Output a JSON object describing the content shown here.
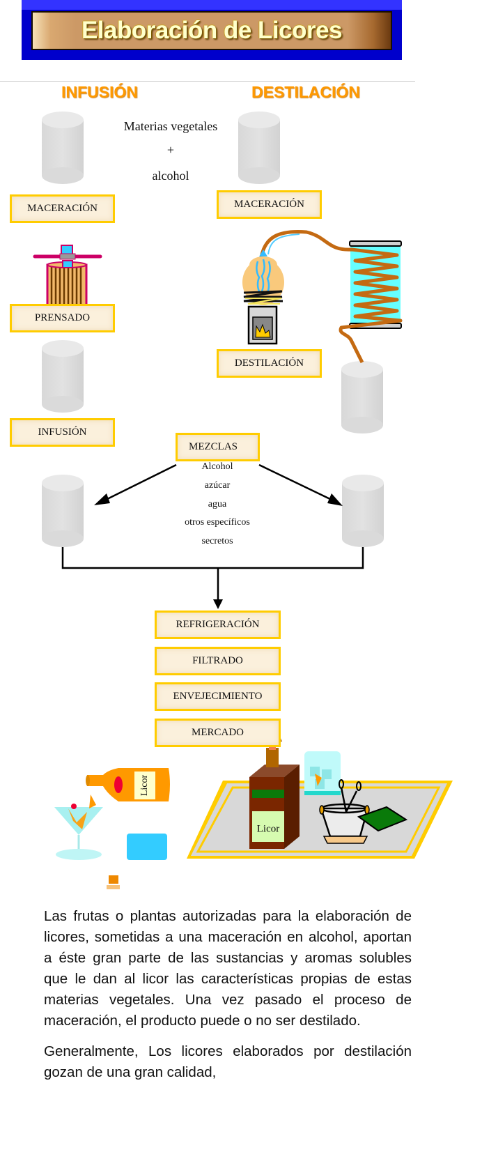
{
  "page": {
    "title": "Elaboración de Licores"
  },
  "sections": {
    "infusion_heading": "INFUSIÓN",
    "destilacion_heading": "DESTILACIÓN"
  },
  "ingredients_note": {
    "line1": "Materias vegetales",
    "line2": "+",
    "line3": "alcohol"
  },
  "infusion_steps": [
    "MACERACIÓN",
    "PRENSADO",
    "INFUSIÓN"
  ],
  "destilacion_steps": [
    "MACERACIÓN",
    "DESTILACIÓN"
  ],
  "mezclas": {
    "label": "MEZCLAS",
    "items": [
      "Alcohol",
      "azúcar",
      "agua",
      "otros específicos",
      "secretos"
    ]
  },
  "final_steps": [
    "REFRIGERACIÓN",
    "FILTRADO",
    "ENVEJECIMIENTO",
    "MERCADO"
  ],
  "illustrations": {
    "bottle_label_left": "Licor",
    "bottle_label_right": "Licor"
  },
  "body": {
    "paragraphs": [
      "Las frutas o plantas autorizadas para la elaboración de licores, sometidas a una maceración en alcohol, aportan a éste gran parte de las sustancias y aromas solubles que le dan al licor las características propias de estas materias vegetales. Una vez pasado el proceso de maceración, el producto puede o no ser destilado.",
      "Generalmente, Los licores elaborados por destilación gozan de una gran calidad,"
    ]
  },
  "colors": {
    "banner_blue": "#0000cc",
    "banner_gold": "#cc9966",
    "heading_orange": "#ff9900",
    "step_border": "#ffcc00",
    "step_fill": "#fbf0dc",
    "cylinder_gray": "#dcdcdc",
    "copper": "#c46a12",
    "condenser_cyan": "#66ffff"
  }
}
